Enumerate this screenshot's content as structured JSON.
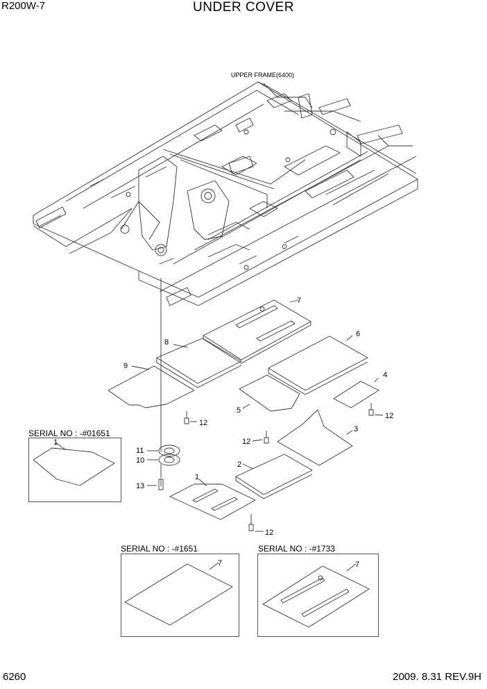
{
  "header": {
    "model": "R200W-7",
    "title": "UNDER COVER"
  },
  "frame_label": "UPPER FRAME(6400)",
  "callouts": {
    "c1": "1",
    "c2": "2",
    "c3": "3",
    "c4": "4",
    "c5": "5",
    "c6": "6",
    "c7": "7",
    "c8": "8",
    "c9": "9",
    "c10": "10",
    "c11": "11",
    "c12a": "12",
    "c12b": "12",
    "c12c": "12",
    "c12d": "12",
    "c13": "13"
  },
  "insets": [
    {
      "serial": "SERIAL NO : -#01651",
      "part": "1"
    },
    {
      "serial": "SERIAL NO : -#1651",
      "part": "7"
    },
    {
      "serial": "SERIAL NO : -#1733",
      "part": "7"
    }
  ],
  "footer": {
    "page": "6260",
    "revision": "2009.  8.31  REV.9H"
  }
}
